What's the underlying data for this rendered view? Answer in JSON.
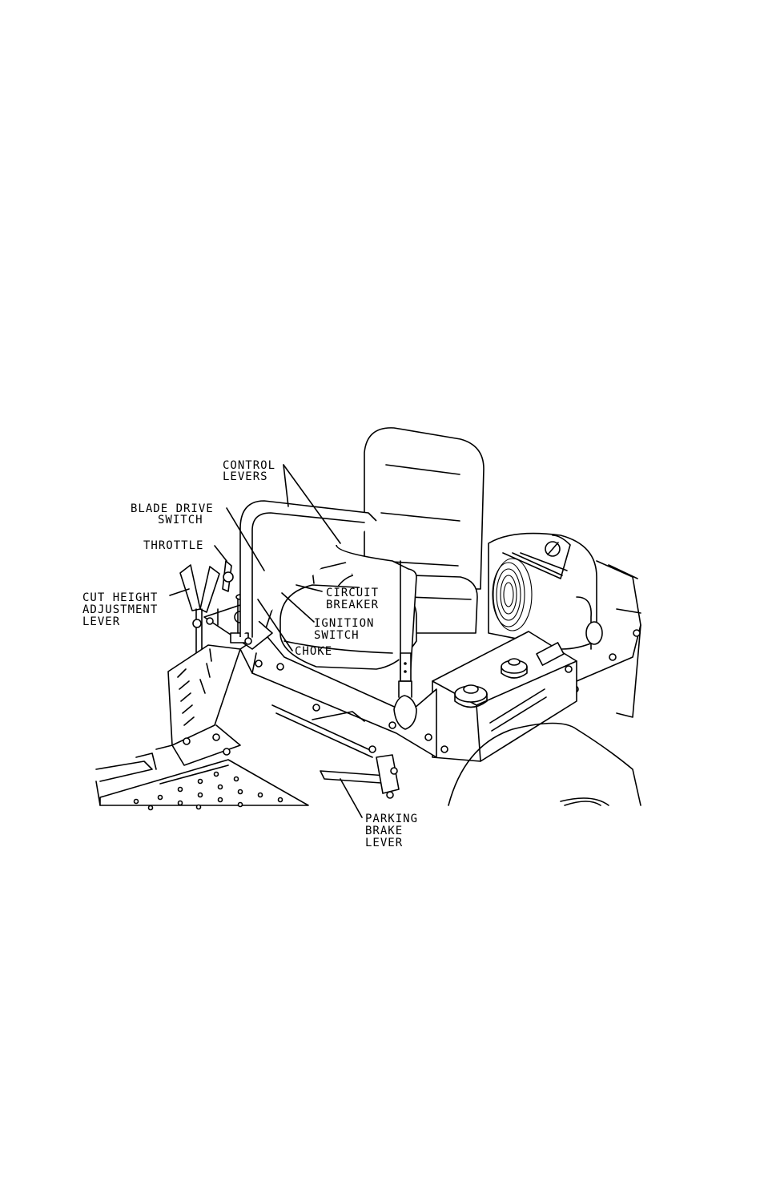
{
  "labels": {
    "control_levers": [
      "CONTROL",
      "LEVERS"
    ],
    "blade_drive_switch": [
      "BLADE DRIVE",
      "SWITCH"
    ],
    "throttle": [
      "THROTTLE"
    ],
    "cut_height_adjustment_lever": [
      "CUT HEIGHT",
      "ADJUSTMENT",
      "LEVER"
    ],
    "circuit_breaker": [
      "CIRCUIT",
      "BREAKER"
    ],
    "ignition_switch": [
      "IGNITION",
      "SWITCH"
    ],
    "choke": [
      "CHOKE"
    ],
    "parking_brake_lever": [
      "PARKING",
      "BRAKE",
      "LEVER"
    ]
  }
}
